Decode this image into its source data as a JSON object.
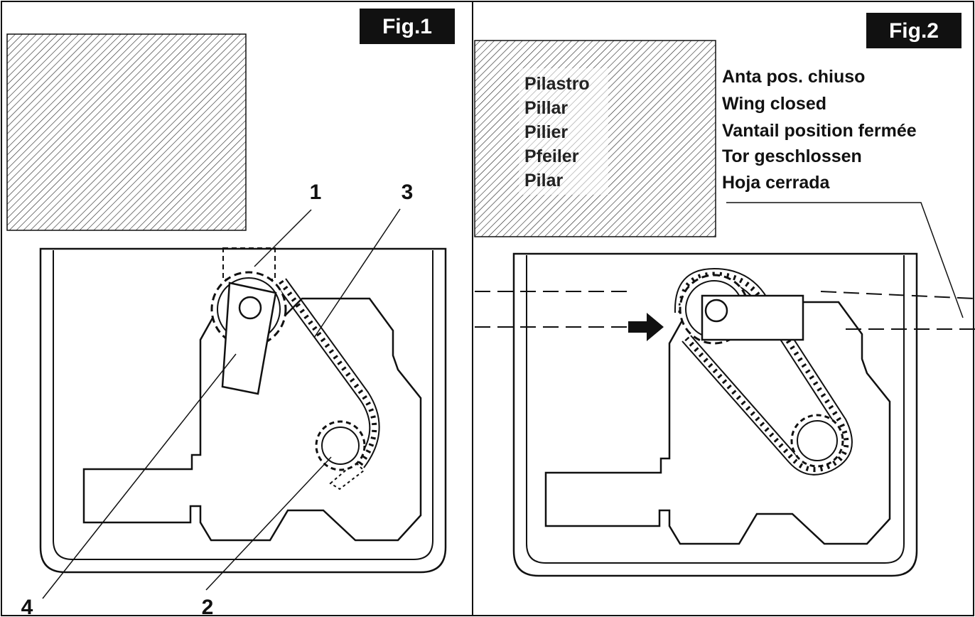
{
  "fig1": {
    "badge": "Fig.1",
    "callouts": [
      "1",
      "2",
      "3",
      "4"
    ]
  },
  "fig2": {
    "badge": "Fig.2",
    "pillar_labels": [
      "Pilastro",
      "Pillar",
      "Pilier",
      "Pfeiler",
      "Pilar"
    ],
    "wing_labels": [
      "Anta pos. chiuso",
      "Wing closed",
      "Vantail position fermée",
      "Tor geschlossen",
      "Hoja cerrada"
    ]
  }
}
